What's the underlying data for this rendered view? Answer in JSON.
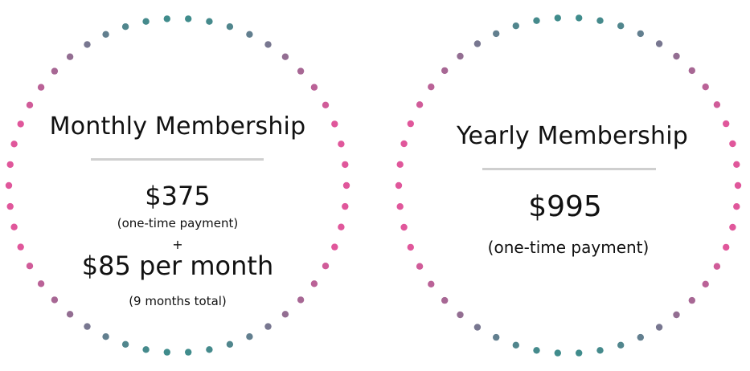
{
  "cards": {
    "monthly": {
      "title": "Monthly Membership",
      "price": "$375",
      "price_note": "(one-time payment)",
      "plus": "+",
      "recurring": "$85 per month",
      "recurring_note": "(9 months total)"
    },
    "yearly": {
      "title": "Yearly Membership",
      "price": "$995",
      "price_note": "(one-time payment)"
    }
  },
  "colors": {
    "dot_pink": "#e0579b",
    "dot_mauve": "#9a6b93",
    "dot_teal": "#3f8c8c",
    "divider": "#cfcfcf",
    "text": "#111111"
  }
}
